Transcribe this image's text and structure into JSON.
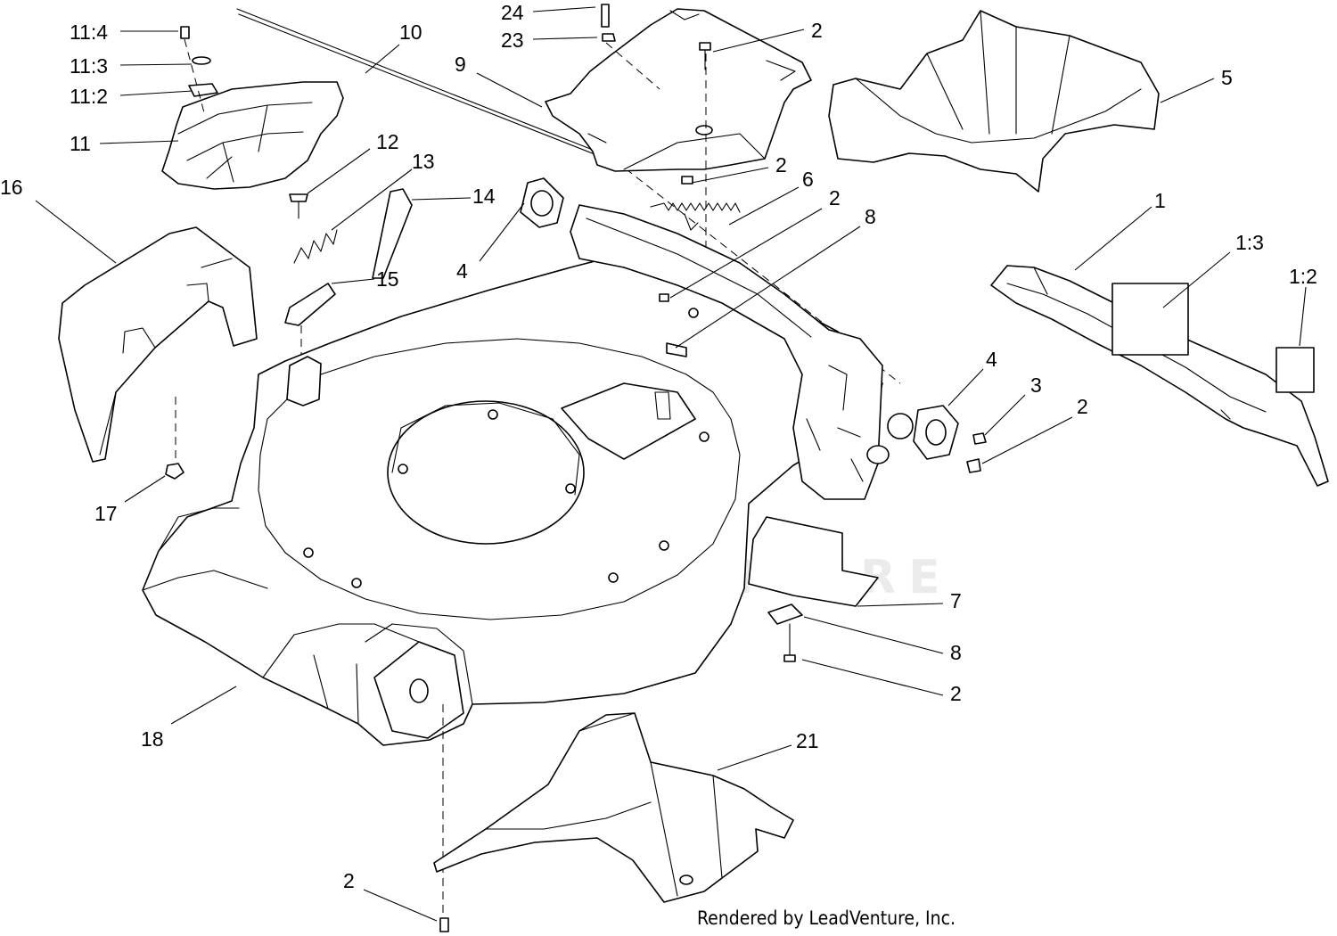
{
  "watermark_text": "LEADVENTURE",
  "footer_text": "Rendered by LeadVenture, Inc.",
  "callouts": [
    "24",
    "23",
    "2",
    "9",
    "5",
    "11:4",
    "11:3",
    "11:2",
    "11",
    "10",
    "12",
    "13",
    "14",
    "16",
    "4",
    "15",
    "2",
    "6",
    "2",
    "8",
    "1",
    "1:3",
    "1:2",
    "4",
    "3",
    "2",
    "17",
    "7",
    "8",
    "2",
    "18",
    "21",
    "2"
  ]
}
